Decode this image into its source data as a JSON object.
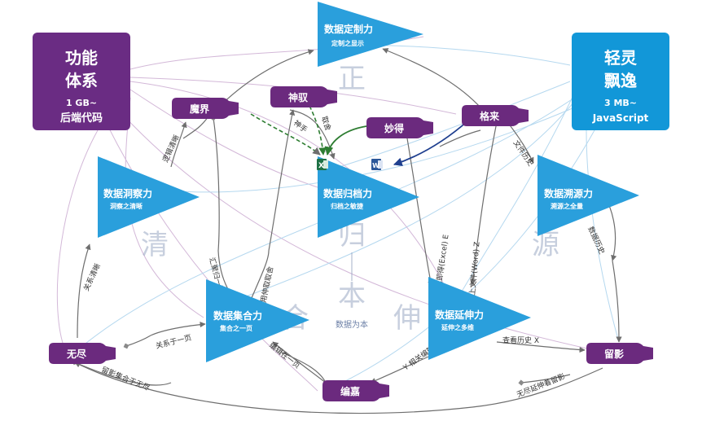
{
  "colors": {
    "purple_box": "#6a2c83",
    "blue_box": "#1297d8",
    "triangle": "#2a9fdc",
    "bottle": "#6b2a7e",
    "edge_gray": "#6e6e6e",
    "edge_light_purple": "#c9a6cf",
    "edge_light_blue": "#a9d4ee",
    "green_dashed": "#2e7d32",
    "green_solid": "#2e7d32",
    "navy": "#1f3f8f",
    "excel_green": "#1e7145",
    "word_blue": "#2b579a"
  },
  "left_box": {
    "line1": "功能",
    "line2": "体系",
    "line3": "1 GB~",
    "line4": "后端代码"
  },
  "right_box": {
    "line1": "轻灵",
    "line2": "飘逸",
    "line3": "3 MB~",
    "line4": "JavaScript"
  },
  "triangles": {
    "top": {
      "title": "数据定制力",
      "subtitle": "定制之显示"
    },
    "insight": {
      "title": "数据洞察力",
      "subtitle": "洞察之清晰"
    },
    "archive": {
      "title": "数据归档力",
      "subtitle": "归档之敏捷"
    },
    "trace": {
      "title": "数据溯源力",
      "subtitle": "溯源之全量"
    },
    "collect": {
      "title": "数据集合力",
      "subtitle": "集合之一页"
    },
    "extend": {
      "title": "数据延伸力",
      "subtitle": "延伸之多维"
    }
  },
  "bottles": {
    "mojie": "魔界",
    "shenqu": "神驭",
    "miaode": "妙得",
    "gelai": "格来",
    "wujin": "无尽",
    "liuying": "留影",
    "bianjia": "编嘉"
  },
  "file_icons": {
    "excel": "X",
    "word": "W"
  },
  "watermarks": {
    "zheng": "正",
    "qing": "清",
    "gui": "归",
    "yuan": "源",
    "he": "合",
    "ben": "本",
    "shen": "伸",
    "center": "数据为本"
  },
  "edge_labels": {
    "luoji_qingxi": "逻辑清晰",
    "shenshou": "神手",
    "zhaocha": "取舍",
    "wenjian_lishi": "文件历史",
    "guanxi_qingxi": "关系清晰",
    "huiju_yiye": "汇聚归一页",
    "yongshen_quzhi": "用伸取取舍",
    "qiehuan_excel": "所见即得(Excel) E",
    "xianshang_word": "线上文件(Word) Z",
    "shuju_lishi": "数据历史",
    "guanxi_yuyiye": "关系于一页",
    "bianji_zaiyiye": "编辑在一页",
    "xiangguan_bianji": "Y 相关编辑",
    "chakan_lishi": "查看历史 X",
    "liuying_jihe": "留影集合于无尽",
    "wujin_yanshen": "无尽延伸着留影"
  }
}
